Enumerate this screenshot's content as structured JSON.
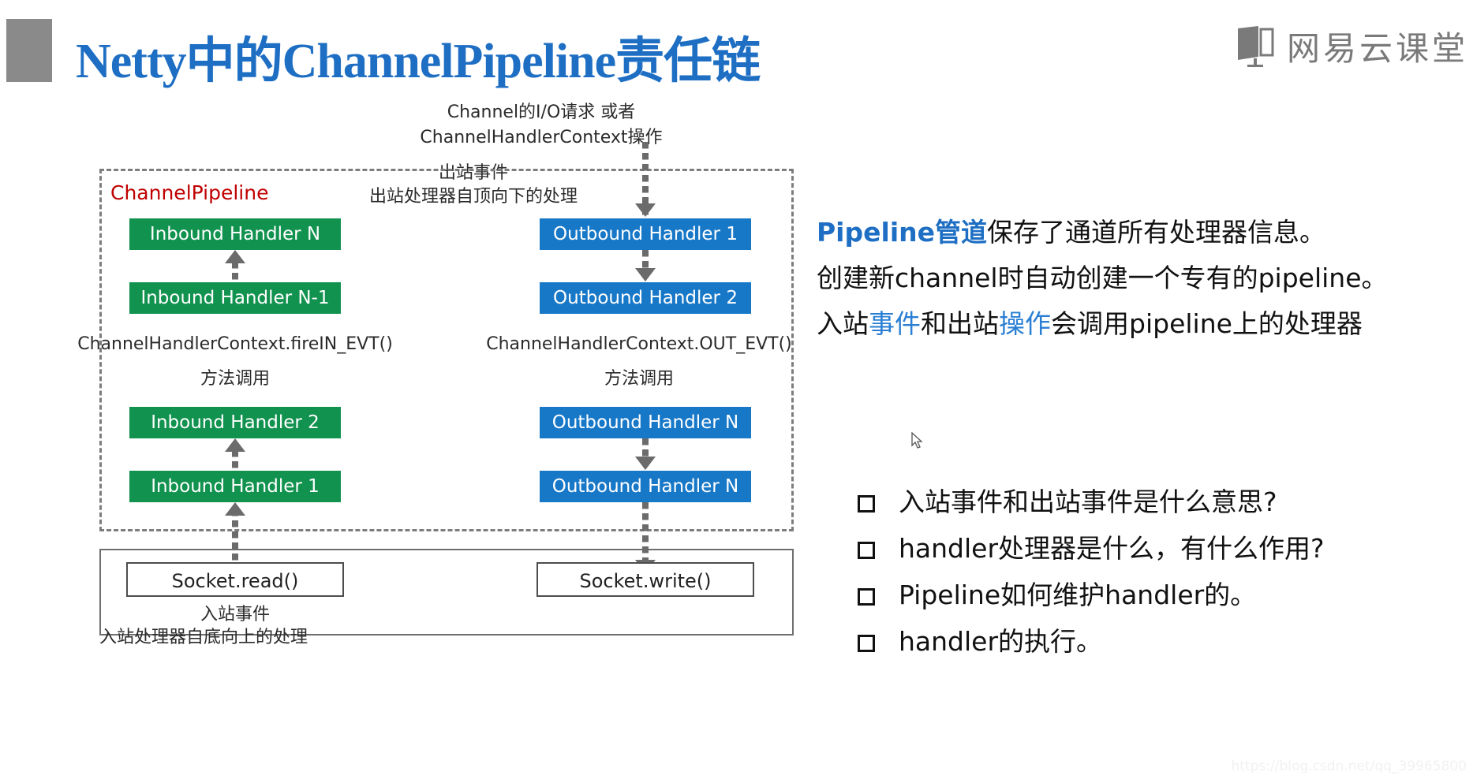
{
  "header": {
    "title": "Netty中的ChannelPipeline责任链",
    "brand_text": "网易云课堂",
    "brand_icon": "open-book-screen-icon",
    "accent_color": "#1e6fc4",
    "block_color": "#8a8a8a"
  },
  "diagram": {
    "top_caption_line1": "Channel的I/O请求 或者",
    "top_caption_line2": "ChannelHandlerContext操作",
    "outbound_event_label": "出站事件",
    "outbound_flow_label": "出站处理器自顶向下的处理",
    "pipeline_label": "ChannelPipeline",
    "pipeline_label_color": "#c00000",
    "inbound_color": "#12924f",
    "outbound_color": "#1878c8",
    "inbound_boxes": [
      "Inbound Handler N",
      "Inbound Handler N-1",
      "Inbound Handler 2",
      "Inbound Handler 1"
    ],
    "outbound_boxes": [
      "Outbound Handler  1",
      "Outbound Handler  2",
      "Outbound Handler  N",
      "Outbound Handler  N"
    ],
    "inbound_method_line1": "ChannelHandlerContext.fireIN_EVT()",
    "inbound_method_line2": "方法调用",
    "outbound_method_line1": "ChannelHandlerContext.OUT_EVT()",
    "outbound_method_line2": "方法调用",
    "socket_read": "Socket.read()",
    "socket_write": "Socket.write()",
    "inbound_event_label": "入站事件",
    "inbound_flow_label": "入站处理器自底向上的处理"
  },
  "right_panel": {
    "paragraphs": [
      {
        "parts": [
          {
            "text": "Pipeline管道",
            "style": "bold-accent"
          },
          {
            "text": "保存了通道所有处理器信息。",
            "style": "plain"
          }
        ]
      },
      {
        "parts": [
          {
            "text": "创建新channel时自动创建一个专有的pipeline。",
            "style": "plain"
          }
        ]
      },
      {
        "parts": [
          {
            "text": "入站",
            "style": "plain"
          },
          {
            "text": "事件",
            "style": "accent"
          },
          {
            "text": "和出站",
            "style": "plain"
          },
          {
            "text": "操作",
            "style": "accent"
          },
          {
            "text": "会调用pipeline上的处理器",
            "style": "plain"
          }
        ]
      }
    ],
    "bullets": [
      "入站事件和出站事件是什么意思?",
      "handler处理器是什么，有什么作用?",
      "Pipeline如何维护handler的。",
      "handler的执行。"
    ]
  },
  "watermark": "https://blog.csdn.net/qq_39965800"
}
